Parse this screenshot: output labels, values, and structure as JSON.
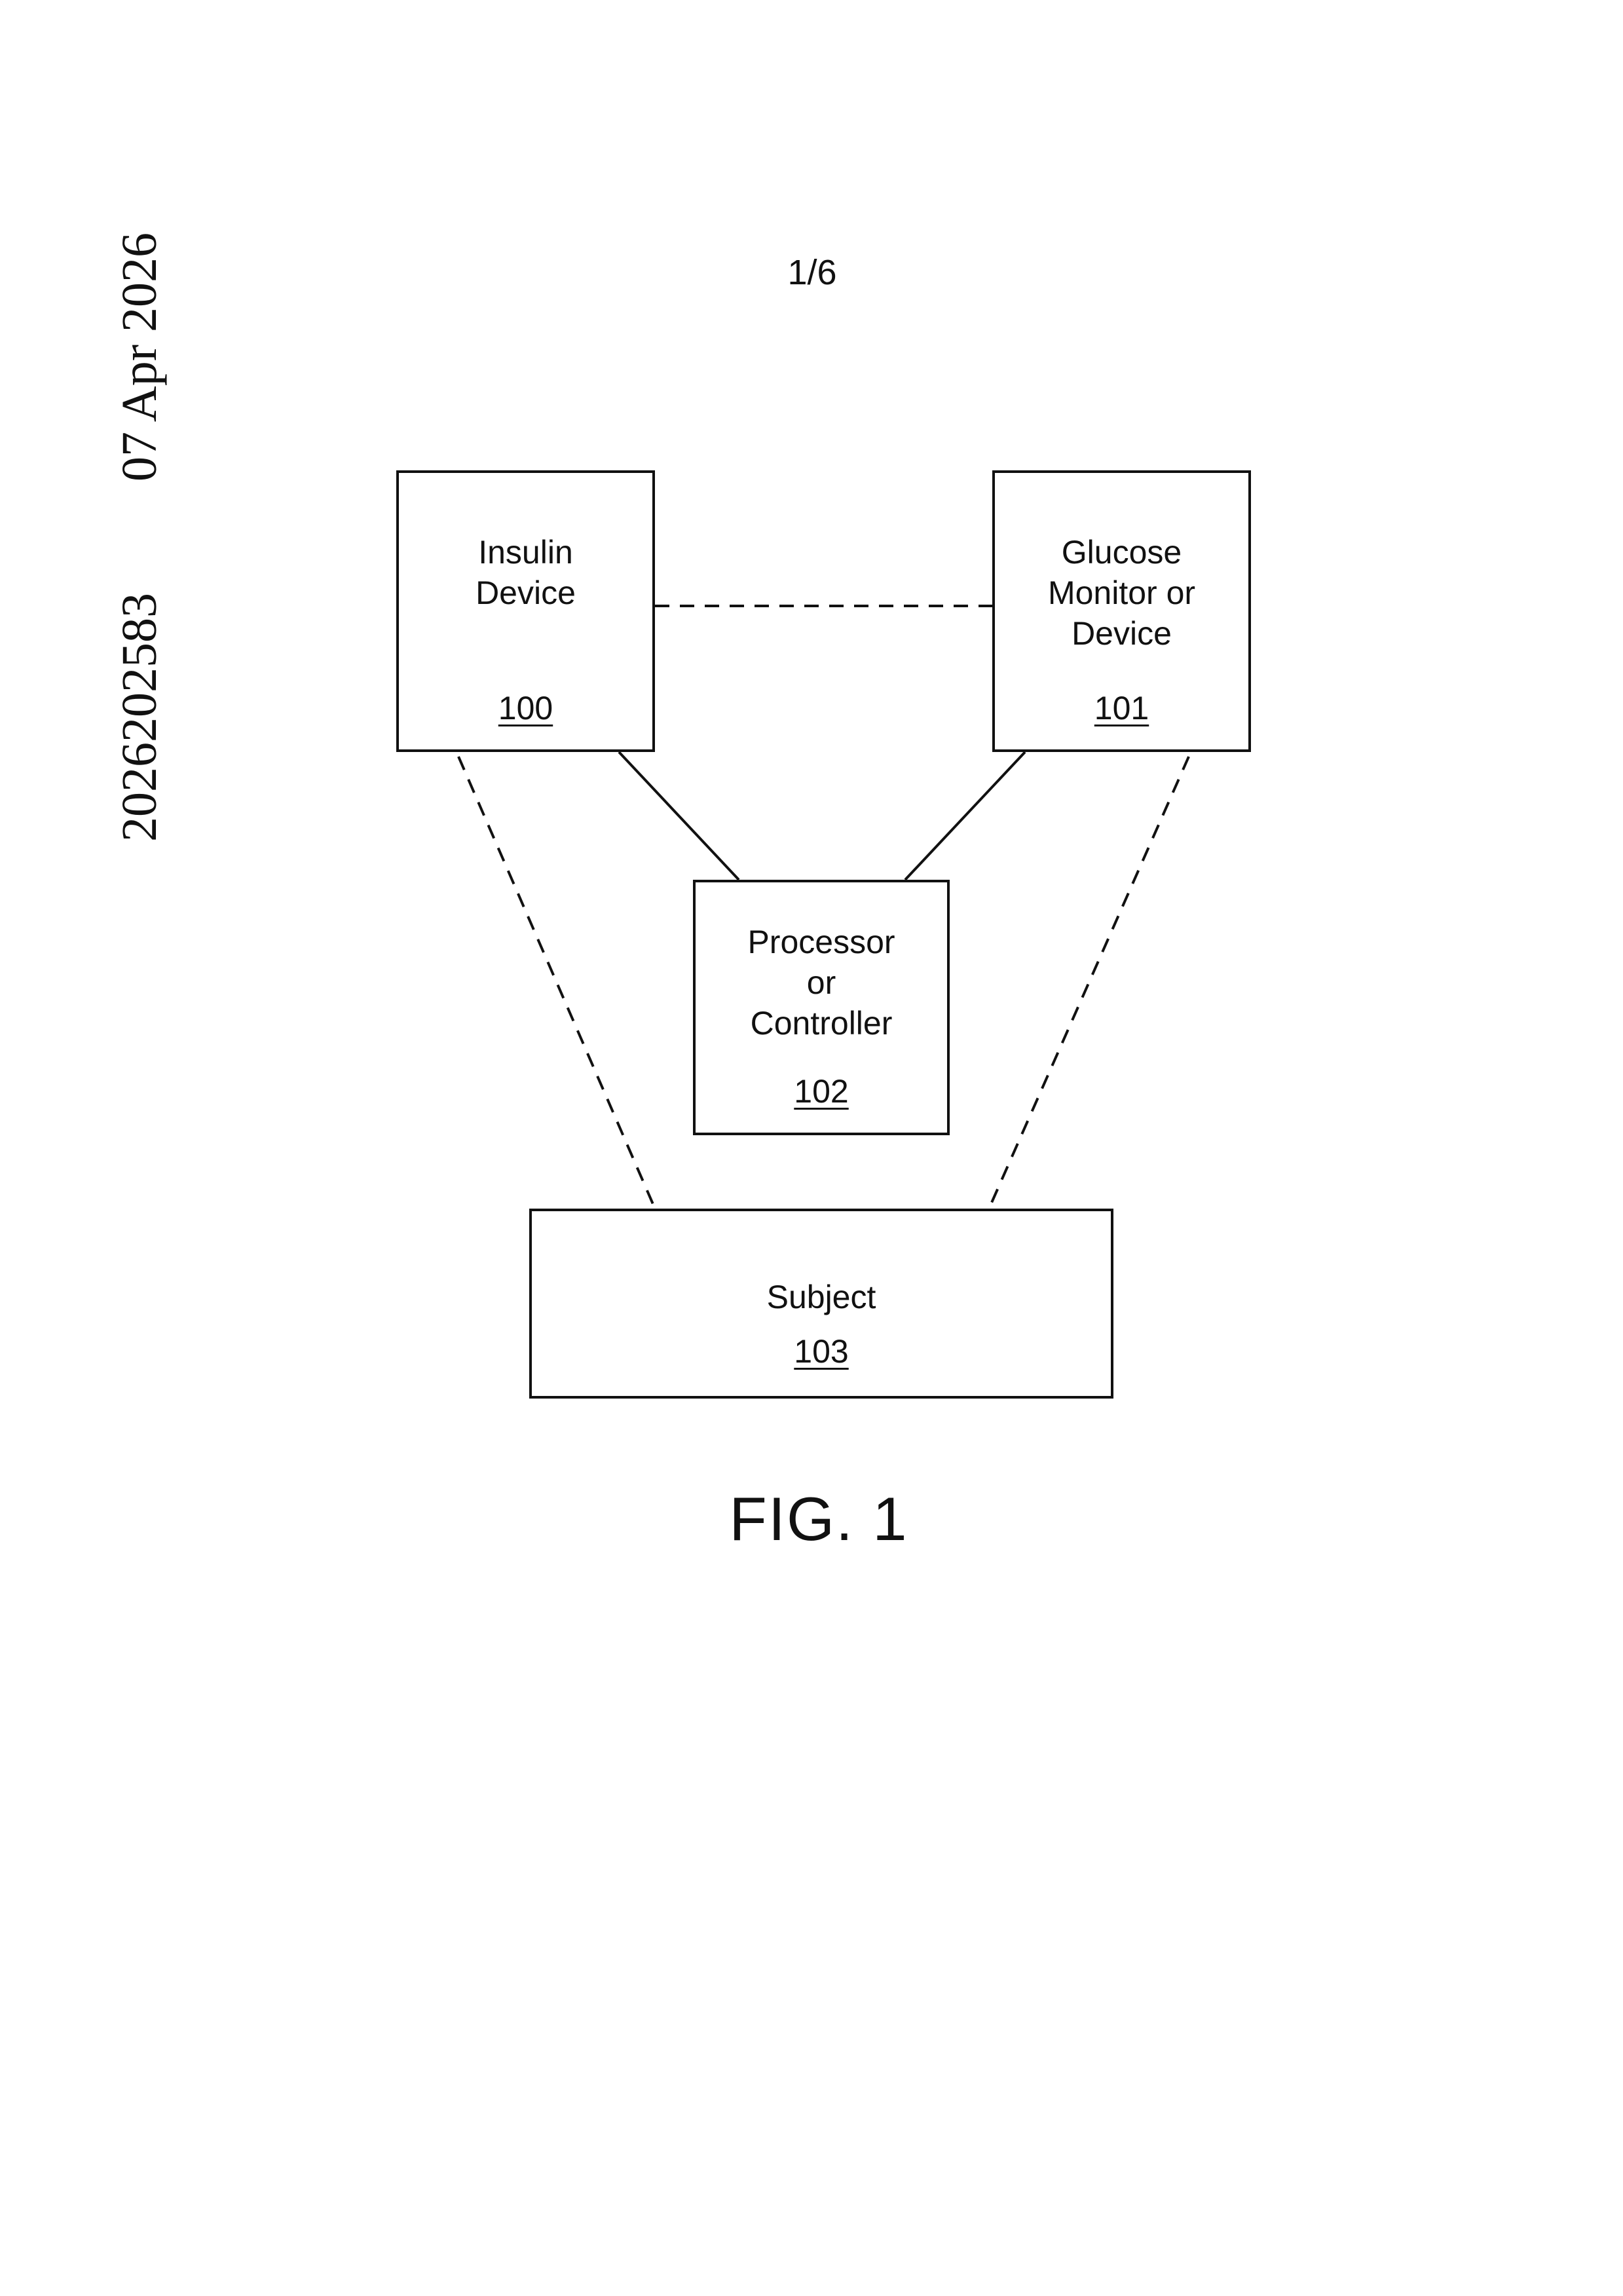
{
  "margin_stamp": {
    "date": "07 Apr 2026",
    "document_number": "2026202583"
  },
  "page_number": "1/6",
  "boxes": {
    "insulin": {
      "title": "Insulin\nDevice",
      "ref": "100"
    },
    "glucose": {
      "title": "Glucose\nMonitor or\nDevice",
      "ref": "101"
    },
    "processor": {
      "title": "Processor\nor\nController",
      "ref": "102"
    },
    "subject": {
      "title": "Subject",
      "ref": "103"
    }
  },
  "connections": [
    {
      "from": "insulin",
      "to": "glucose",
      "style": "dashed"
    },
    {
      "from": "insulin",
      "to": "processor",
      "style": "solid"
    },
    {
      "from": "glucose",
      "to": "processor",
      "style": "solid"
    },
    {
      "from": "insulin",
      "to": "subject",
      "style": "dashed"
    },
    {
      "from": "glucose",
      "to": "subject",
      "style": "dashed"
    }
  ],
  "figure_label": "FIG. 1"
}
